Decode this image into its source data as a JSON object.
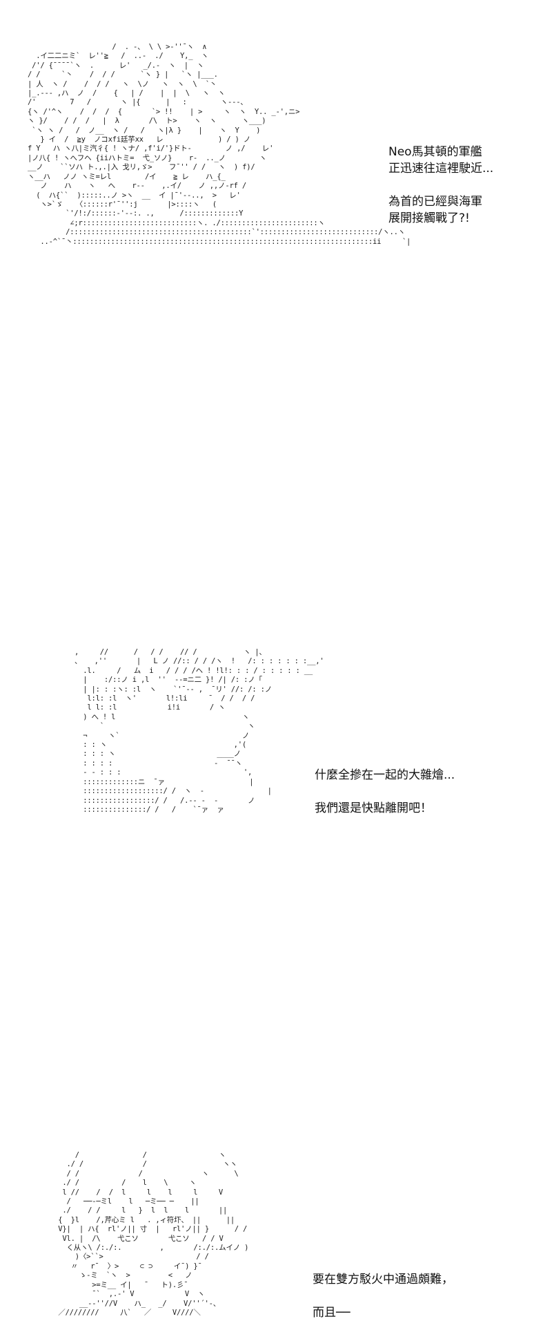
{
  "panels": [
    {
      "art": [
        "                    /  . -、 \\ \\ >‐''¯ヽ  ∧",
        "  .イ二二ニミ`  レ''≧   /  ..-  ./    Y,_  ヽ",
        " /'/ {¯¯¯¯`ヽ  .      レ'   _/.-  ヽ  |  ヽ",
        "/ /     `丶    /  / /      `ヽ } |   `ヽ |___.",
        "| 人  ヽ /    /  / /   ヽ  \\ノ   ヽ  ヽ  \\  `丶",
        "|_.-‐- ,ハ  ノ  /    {   | /    |  |  \\   ヽ  ヽ",
        "/'        7   /       ヽ |{      |   :        ヽ-‐-、",
        "{ヽ /'^ヽ    /  /  /  {       `> !!    | >     ヽ  ヽ  Y.. _-',ニ>",
        "ヽ }/    / /  /   |  λ       /\\  ト>    ヽ  ヽ      ヽ___)",
        " `ヽ ヽ /   /  ノ__  ヽ /   /   ヽ|λ }    |    ヽ  Y    )",
        "   } イ  /  ≧y  ノコxfi廷芋xx   レ             ) / ) ノ",
        "f Y   ハ ヽ八|ミ汽彳{ ! ヽナ/ ,f'i/'}ドト-        ノ ,/    レ'",
        "|ノ八{ ! ヽへフヘ {iiハトミ=  弋_ソノ}    r-  .._ノ        ヽ",
        "__ノ    ``ソハ ト.,.|入 戈リ,ゞ>    フ¯'' / /   ヽ  ) f)/",
        "ヽ__ハ   ノノ ヽミ=レl        /イ    ≧ レ    ハ_{_",
        "   ノ    ハ    ヽ   へ    r‐-    ,.イ/    ノ ,,ノ-rf /",
        "  (  ハ{``  ):::::..ノ >ヽ  __  イ |¯'--..,  >   レ'",
        "   ヽ>`ゞ   〈::::::r'¯'':j       |>::::ヽ   (",
        "         `'/!:/::::::-'--:. .,      /:::::::::::::Y",
        "          ∠;r:::::::::::::::::::::::::::ヽ. ./:::::::::::::::::::::::ヽ",
        "         /:::::::::::::::::::::::::::::::::::::::::::`'::::::::::::::::::::::::::::/ヽ..ヽ",
        "   ..-^`¯丶:::::::::::::::::::::::::::::::::::::::::::::::::::::::::::::::::::::::ii     `|"
      ],
      "lines": [
        "Neo馬其頓的軍艦",
        "正迅速往這裡駛近...",
        "為首的已經與海軍",
        "展開接觸戰了?!"
      ]
    },
    {
      "art": [
        ",     //      /   / /    // /           ヽ |、",
        "、   ,''       |   L ノ //:: / / /ヽ  !   /: : : : : : :__,'",
        "  .l.     /   ム  i   / / / /ヘ ! !l!: : : / : : : : : __",
        "  |    :/::ノ i ,l  ''  --=ニ二 }! /| /: :ノ「",
        "  | |: : :ヽ: :l  ヽ    `'¯-- ,  ¯リ' //: /: :ノ",
        "   l:l: :l  ヽ'       l!:li     ¯  / /  / /",
        "   l l: :l            i!i       / ヽ",
        "  ) へ ! l                              ヽ",
        "      `                                  ヽ",
        "  ¬     ヽ`                             ノ",
        "  : : ヽ                              ,'(",
        "  : : : ヽ                        ____ノ",
        "  : : : :                        ‐  ¯¯ヽ",
        "  - ‐ : : :                             ',",
        "  :::::::::::::ニ  ¯ァ                    |",
        "  :::::::::::::::::::/ /  ヽ  -               |",
        "  :::::::::::::::::/ /   /.-‐ -  -       ノ",
        "  :::::::::::::::/ /   /    `¯ァ  ァ"
      ],
      "lines": [
        "什麼全摻在一起的大雜燴...",
        "我們還是快點離開吧！"
      ]
    },
    {
      "art": [
        "      /               /                 ヽ",
        "    ./ /              /                  ヽヽ",
        "    / /              /              ヽ      \\",
        "   ./ /          /    l    \\     ヽ",
        "   l //    /  /  l     l    l     l     V",
        "    /   ──‐─ミl    l   ─ミ── ─    ||",
        "   ./    / /     l   }  l  l    l       ||",
        "  {  }l    /,芹心ミ l   . ,ィ符圷、 ||      ||",
        "  V}|  | ハ{  rl'ノ|| 寸  |   rl'ノ|| }      / /",
        "   Vl. |  /\\    弋こソ       弋こソ   / / V",
        "    く从ヽ\\ /:./:.         ,       /:./:.ムイノ )",
        "      )〈>``>                      / /",
        "     〃   r¯  〉>     ⊂ ⊃     イ¯) }¯",
        "       ゝ-ミ  `ヽ  >         <   ノ",
        "          >=ミ__ イ|   ¯   ト).彡¯",
        "          ¯`  ,.-' V            V  ヽ",
        "       __-‐''//V    ハ_   _/    V/''´'-、",
        "  ／////////     八`   ／     V////＼"
      ],
      "lines": [
        "要在雙方駁火中通過頗難，",
        "而且──"
      ]
    }
  ]
}
